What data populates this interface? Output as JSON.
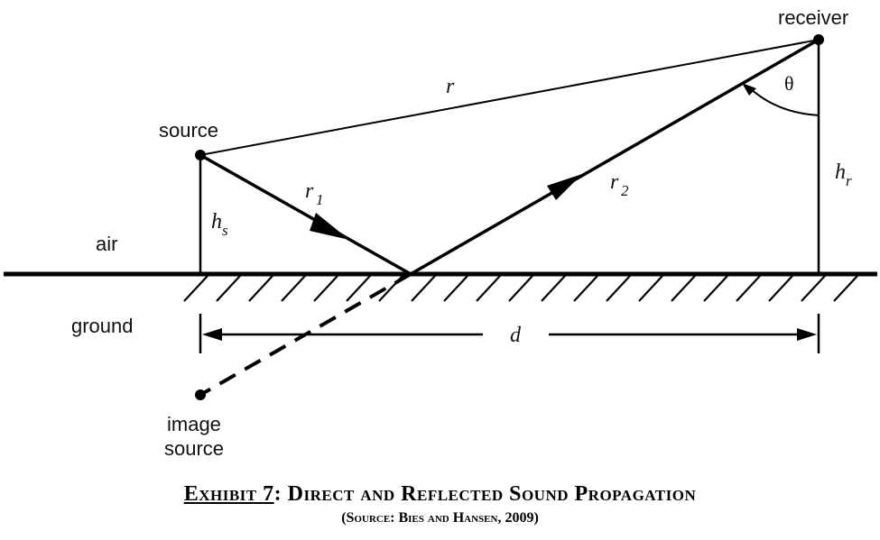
{
  "labels": {
    "receiver": "receiver",
    "source": "source",
    "air": "air",
    "ground": "ground",
    "image_source_line1": "image",
    "image_source_line2": "source",
    "r": "r",
    "r1_main": "r",
    "r1_sub": "1",
    "r2_main": "r",
    "r2_sub": "2",
    "hs_main": "h",
    "hs_sub": "s",
    "hr_main": "h",
    "hr_sub": "r",
    "d": "d",
    "theta": "θ"
  },
  "caption": {
    "title_prefix": "Exhibit 7",
    "title_rest": ":  Direct and Reflected Sound Propagation",
    "source": "(Source:  Bies and Hansen, 2009)"
  }
}
